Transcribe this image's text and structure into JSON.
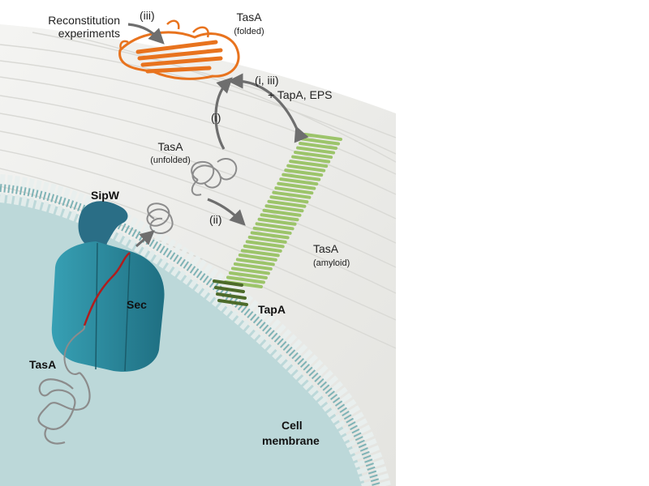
{
  "labels": {
    "reconstitution_line1": "Reconstitution",
    "reconstitution_line2": "experiments",
    "step_iii": "(iii)",
    "tasa_folded_title": "TasA",
    "tasa_folded_sub": "(folded)",
    "step_i_iii": "(i, iii)",
    "tapa_eps": "+ TapA, EPS",
    "step_i": "(i)",
    "tasa_unfolded_title": "TasA",
    "tasa_unfolded_sub": "(unfolded)",
    "sipw": "SipW",
    "step_ii": "(ii)",
    "tasa_amyloid_title": "TasA",
    "tasa_amyloid_sub": "(amyloid)",
    "sec": "Sec",
    "tapa": "TapA",
    "tasa_cytoplasm": "TasA",
    "cell_membrane_line1": "Cell",
    "cell_membrane_line2": "membrane"
  },
  "colors": {
    "cytoplasm": "#bcd8d9",
    "membrane_head": "#e9efee",
    "membrane_tail": "#7fb3b6",
    "cell_wall": "#f1f1ef",
    "cell_wall_fiber": "#d8d8d4",
    "sec": "#2f8fa3",
    "sipw": "#2a6e86",
    "tasa_folded": "#e8731e",
    "amyloid": "#9cc46a",
    "tapa": "#4d6b2a",
    "arrow": "#6e6e6e",
    "unfolded": "#8c8c8c",
    "polypeptide_red": "#b01d1d"
  }
}
